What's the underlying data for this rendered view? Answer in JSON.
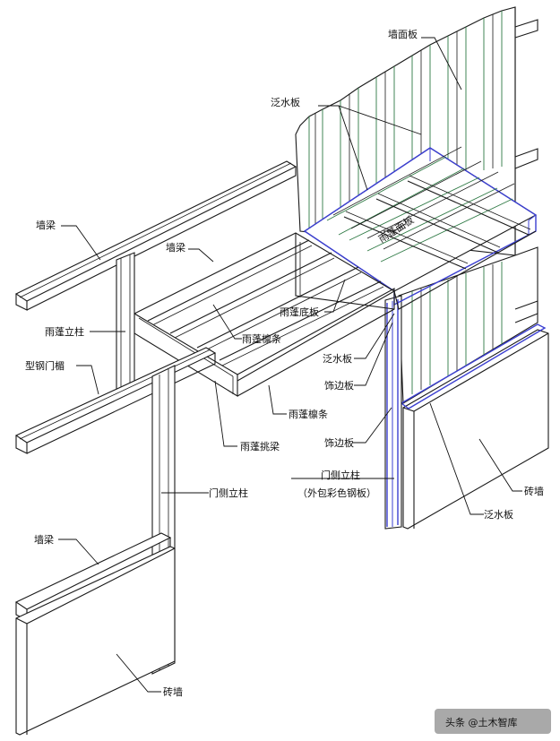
{
  "labels": {
    "wall_panel_top": "墙面板",
    "flashing_top": "泛水板",
    "wall_beam_1": "墙梁",
    "wall_beam_2": "墙梁",
    "canopy_face_panel": "雨蓬面板",
    "canopy_column": "雨蓬立柱",
    "canopy_bottom_panel": "雨蓬底板",
    "canopy_purlin_1": "雨蓬檩条",
    "flashing_mid": "泛水板",
    "trim_1": "饰边板",
    "steel_lintel": "型钢门楣",
    "canopy_purlin_2": "雨蓬檩条",
    "canopy_cantilever_beam": "雨蓬挑梁",
    "trim_2": "饰边板",
    "door_column_line1": "门侧立柱",
    "door_column_line2": "（外包彩色钢板）",
    "door_side_column": "门侧立柱",
    "dado_wall_right": "砖墙",
    "flashing_bottom": "泛水板",
    "wall_beam_3": "墙梁",
    "dado_wall_left": "砖墙"
  },
  "watermark": {
    "text": "头条 @土木智库"
  }
}
